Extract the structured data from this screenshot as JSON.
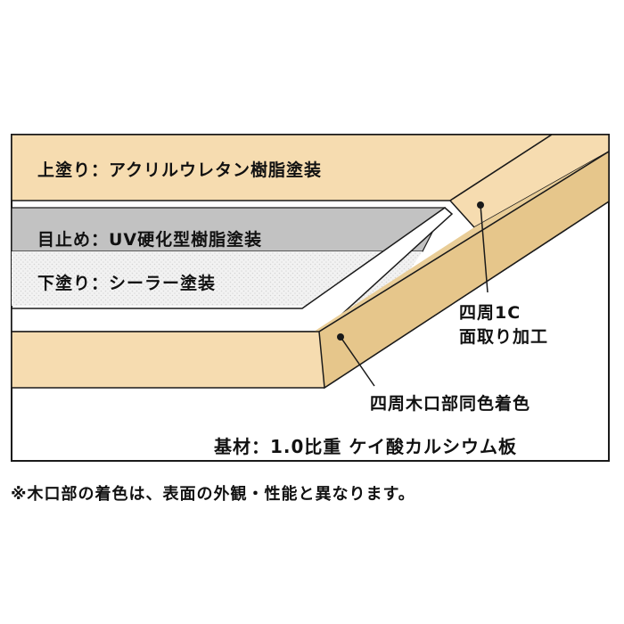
{
  "layers": {
    "top_coat": "上塗り：アクリルウレタン樹脂塗装",
    "filler": "目止め：UV硬化型樹脂塗装",
    "undercoat": "下塗り：シーラー塗装"
  },
  "callouts": {
    "chamfer_line1": "四周1C",
    "chamfer_line2": "面取り加工",
    "edge_color": "四周木口部同色着色"
  },
  "base_material": "基材：1.0比重 ケイ酸カルシウム板",
  "footnote": "※木口部の着色は、表面の外観・性能と異なります。",
  "colors": {
    "top_coat": "#f6dcb0",
    "filler": "#c3c3c3",
    "undercoat": "#f0f0f0",
    "base": "#f6dcb0",
    "base_edge": "#e7c98e",
    "outline": "#1a1a1a"
  }
}
